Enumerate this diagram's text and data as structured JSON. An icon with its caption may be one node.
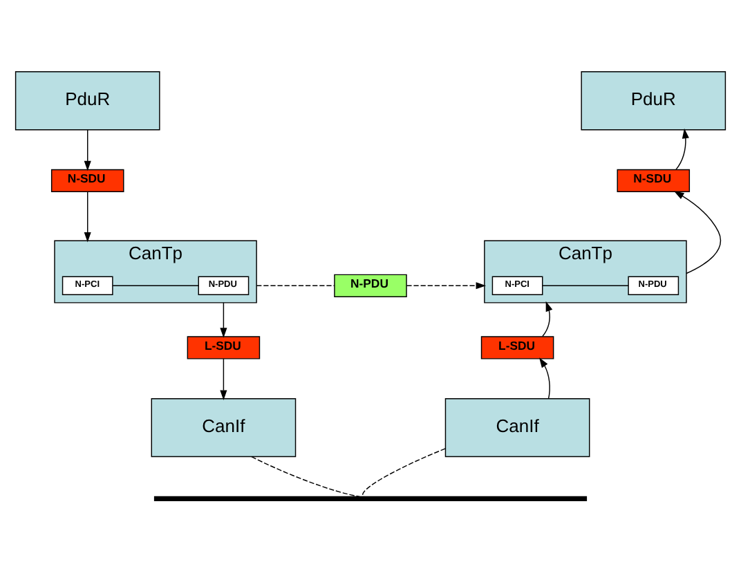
{
  "diagram": {
    "nodes": [
      {
        "text": [
          "PduR"
        ]
      },
      {
        "text": [
          "N-SDU"
        ]
      },
      {
        "text": [
          "CanTp"
        ]
      },
      {
        "text": [
          "N-PCI"
        ],
        "in": 2
      },
      {
        "text": [
          "N-PDU"
        ],
        "in": 2
      },
      {
        "text": [
          "L-SDU"
        ]
      },
      {
        "text": [
          "CanIf"
        ]
      },
      {
        "text": [
          "PduR"
        ]
      },
      {
        "text": [
          "N-SDU"
        ]
      },
      {
        "text": [
          "CanTp"
        ]
      },
      {
        "text": [
          "N-PCI"
        ],
        "in": 9
      },
      {
        "text": [
          "N-PDU"
        ],
        "in": 9
      },
      {
        "text": [
          "L-SDU"
        ]
      },
      {
        "text": [
          "CanIf"
        ]
      },
      {
        "text": [
          "N-PDU"
        ]
      },
      {
        "text": [],
        "shape": "bar"
      }
    ],
    "edges": [
      {
        "from": 0,
        "to": 1,
        "arrow": "to"
      },
      {
        "from": 1,
        "to": 2,
        "arrow": "to"
      },
      {
        "from": 3,
        "to": 4,
        "arrow": "none"
      },
      {
        "from": 2,
        "to": 5,
        "arrow": "to"
      },
      {
        "from": 5,
        "to": 6,
        "arrow": "to"
      },
      {
        "from": 8,
        "to": 7,
        "arrow": "to"
      },
      {
        "from": 9,
        "to": 8,
        "arrow": "to"
      },
      {
        "from": 10,
        "to": 11,
        "arrow": "none"
      },
      {
        "from": 12,
        "to": 9,
        "arrow": "to"
      },
      {
        "from": 13,
        "to": 12,
        "arrow": "to"
      },
      {
        "from": 2,
        "to": 14,
        "arrow": "none",
        "style": "dashed"
      },
      {
        "from": 14,
        "to": 9,
        "arrow": "to",
        "style": "dashed"
      },
      {
        "from": 6,
        "to": 15,
        "arrow": "none",
        "style": "dashed"
      },
      {
        "from": 13,
        "to": 15,
        "arrow": "none",
        "style": "dashed"
      }
    ]
  }
}
